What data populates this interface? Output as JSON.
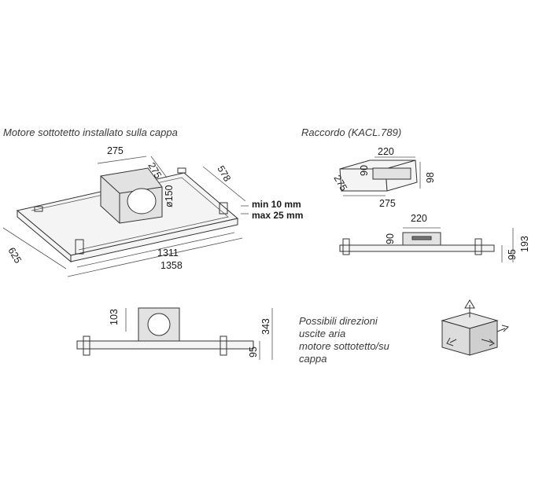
{
  "captions": {
    "motor": "Motore sottotetto installato sulla cappa",
    "connector": "Raccordo (KACL.789)",
    "directions": [
      "Possibili direzioni",
      "uscite aria",
      "motore sottotetto/su",
      "cappa"
    ]
  },
  "hood_3d": {
    "motor_width": "275",
    "motor_depth": "275",
    "duct": "ø150",
    "depth": "578",
    "width_inner": "1311",
    "width_outer": "1358",
    "side": "625",
    "clearance_min": "min 10 mm",
    "clearance_max": "max 25 mm"
  },
  "connector_3d": {
    "width": "220",
    "height": "90",
    "depth": "275",
    "length": "275",
    "outlet": "98"
  },
  "connector_front": {
    "width": "220",
    "height": "90",
    "body": "95",
    "total": "193"
  },
  "hood_front": {
    "collar": "103",
    "body": "95",
    "total": "343"
  }
}
